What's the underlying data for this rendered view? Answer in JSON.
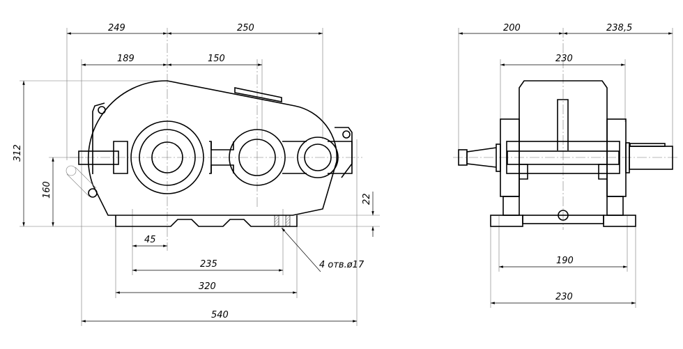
{
  "front_view": {
    "dims": {
      "d249": "249",
      "d250": "250",
      "d189": "189",
      "d150": "150",
      "d312": "312",
      "d160": "160",
      "d22": "22",
      "d45": "45",
      "d235": "235",
      "d320": "320",
      "d540": "540"
    },
    "hole_note": "4 отв.ø17"
  },
  "side_view": {
    "dims": {
      "d200": "200",
      "d238_5": "238,5",
      "d230_top": "230",
      "d190": "190",
      "d230_bottom": "230"
    }
  }
}
